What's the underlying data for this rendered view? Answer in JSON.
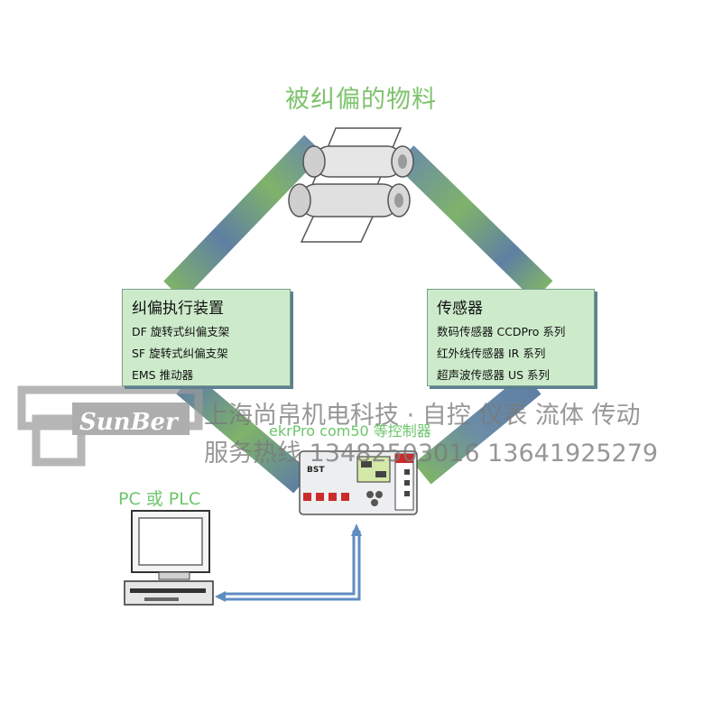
{
  "material_label": "被纠偏的物料",
  "actuator": {
    "heading": "纠偏执行装置",
    "items": [
      "DF 旋转式纠偏支架",
      "SF 旋转式纠偏支架",
      "EMS 推动器"
    ]
  },
  "sensor": {
    "heading": "传感器",
    "items": [
      "数码传感器 CCDPro 系列",
      "红外线传感器 IR 系列",
      "超声波传感器 US 系列"
    ]
  },
  "controller_caption": "ekrPro com50 等控制器",
  "controller_brand": "BST",
  "pc_label": "PC 或 PLC",
  "watermark": {
    "logo_text": "SunBer",
    "line1": "上海尚帛机电科技 · 自控 仪表 流体 传动",
    "line2": "服务热线 13482503016 13641925279"
  },
  "colors": {
    "green_label": "#7dc36c",
    "box_fill": "#cdebcb",
    "loop_green": "#7fb36a",
    "loop_blue": "#5f7fa3",
    "connector_blue": "#5e8dc2"
  }
}
